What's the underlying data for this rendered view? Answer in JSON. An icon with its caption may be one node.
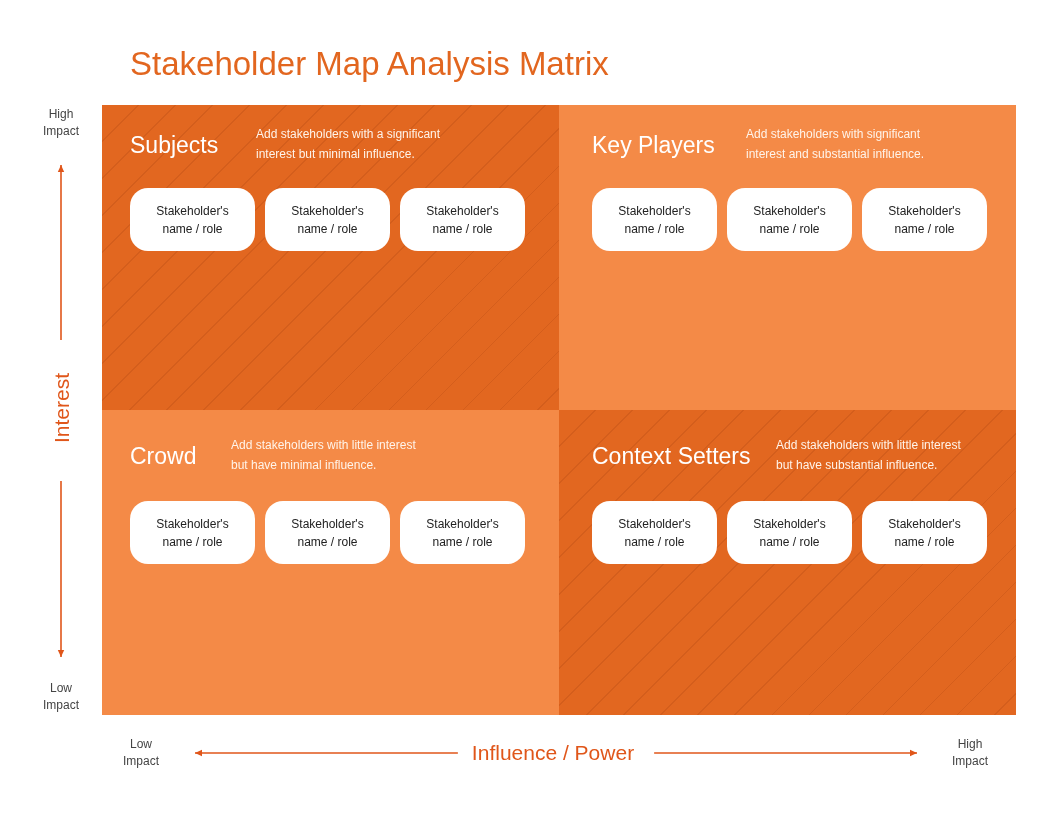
{
  "diagram": {
    "title": "Stakeholder Map Analysis Matrix",
    "nodes": [
      {
        "text": [
          "Subjects",
          "Add stakeholders with a significant interest but minimal influence."
        ]
      },
      {
        "text": [
          "Stakeholder's name / role"
        ],
        "in": 0
      },
      {
        "text": [
          "Stakeholder's name / role"
        ],
        "in": 0
      },
      {
        "text": [
          "Stakeholder's name / role"
        ],
        "in": 0
      },
      {
        "text": [
          "Key Players",
          "Add stakeholders with significant interest and substantial influence."
        ]
      },
      {
        "text": [
          "Stakeholder's name / role"
        ],
        "in": 4
      },
      {
        "text": [
          "Stakeholder's name / role"
        ],
        "in": 4
      },
      {
        "text": [
          "Stakeholder's name / role"
        ],
        "in": 4
      },
      {
        "text": [
          "Crowd",
          "Add stakeholders with little interest but have minimal influence."
        ]
      },
      {
        "text": [
          "Stakeholder's name / role"
        ],
        "in": 8
      },
      {
        "text": [
          "Stakeholder's name / role"
        ],
        "in": 8
      },
      {
        "text": [
          "Stakeholder's name / role"
        ],
        "in": 8
      },
      {
        "text": [
          "Context Setters",
          "Add stakeholders with little interest but have substantial influence."
        ]
      },
      {
        "text": [
          "Stakeholder's name / role"
        ],
        "in": 12
      },
      {
        "text": [
          "Stakeholder's name / role"
        ],
        "in": 12
      },
      {
        "text": [
          "Stakeholder's name / role"
        ],
        "in": 12
      }
    ],
    "labels": [
      "High Impact",
      "Interest",
      "Low Impact",
      "Low Impact",
      "Influence / Power",
      "High Impact"
    ]
  }
}
